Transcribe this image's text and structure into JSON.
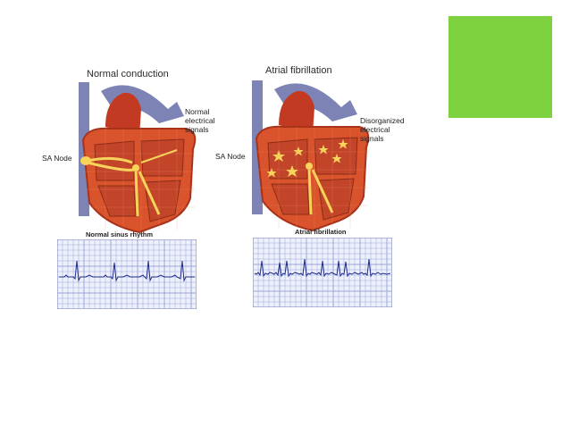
{
  "left_panel": {
    "title": "Normal conduction",
    "sa_node_label": "SA Node",
    "signal_label_lines": [
      "Normal",
      "electrical",
      "signals"
    ],
    "strip_label": "Normal sinus rhythm"
  },
  "right_panel": {
    "title": "Atrial fibrillation",
    "sa_node_label": "SA Node",
    "signal_label_lines": [
      "Disorganized",
      "electrical",
      "signals"
    ],
    "strip_label": "Atrial fibrillation"
  },
  "colors": {
    "accent": "#7ed23f",
    "heart_muscle": "#d9532c",
    "heart_dark": "#a8321a",
    "vessel": "#7d84b5",
    "ecg_trace": "#1d2b8c",
    "ecg_grid": "#9aa6d8",
    "signal_yellow": "#f6d55a"
  }
}
